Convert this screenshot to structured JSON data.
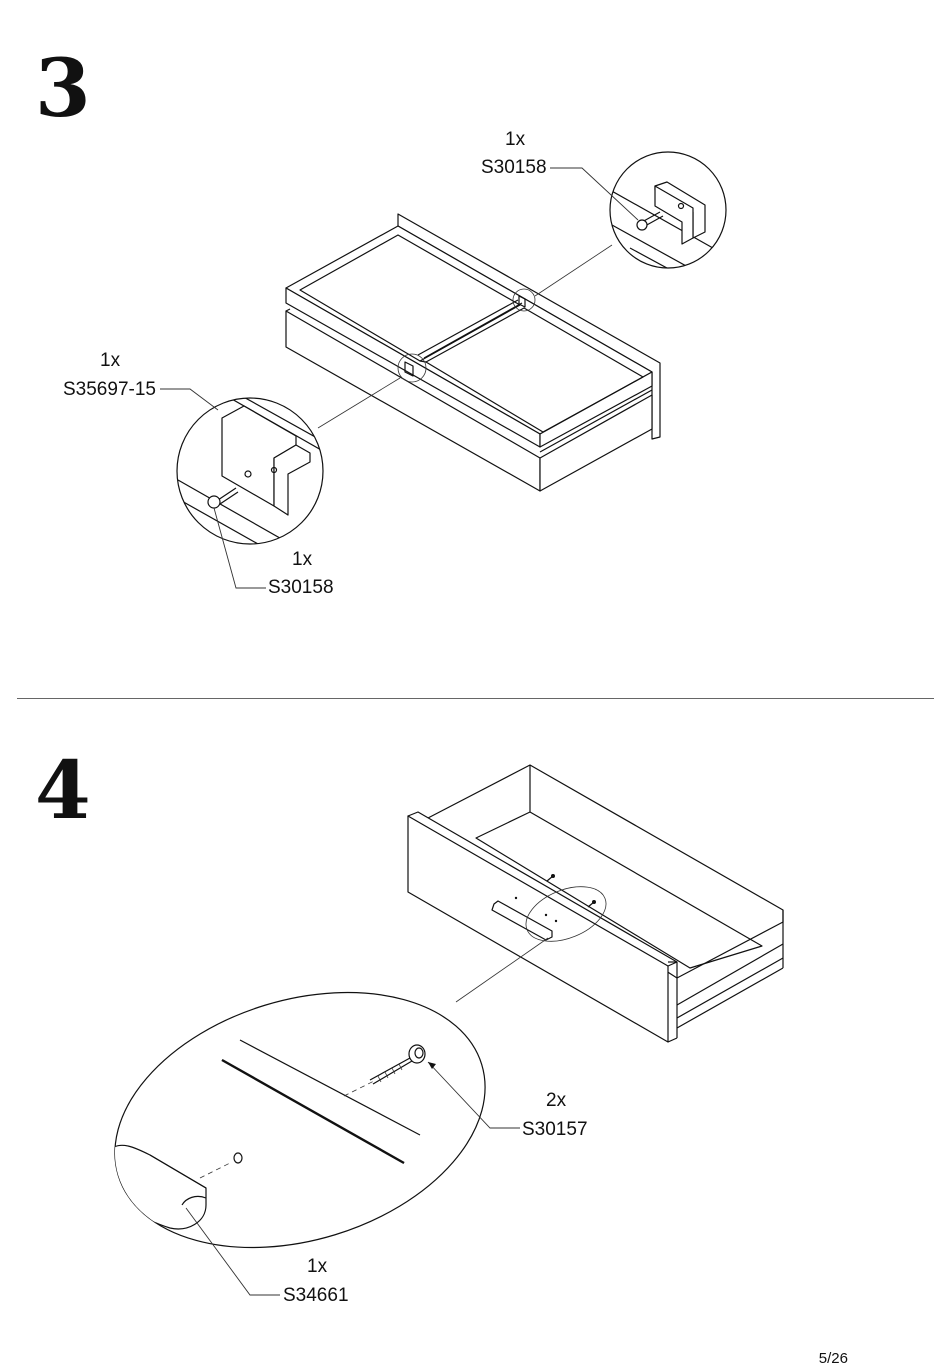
{
  "step3": {
    "number": "3",
    "callouts": [
      {
        "qty": "1x",
        "part": "S30158"
      },
      {
        "qty": "1x",
        "part": "S35697-15"
      },
      {
        "qty": "1x",
        "part": "S30158"
      }
    ]
  },
  "step4": {
    "number": "4",
    "callouts": [
      {
        "qty": "2x",
        "part": "S30157"
      },
      {
        "qty": "1x",
        "part": "S34661"
      }
    ]
  },
  "page": "5/26"
}
